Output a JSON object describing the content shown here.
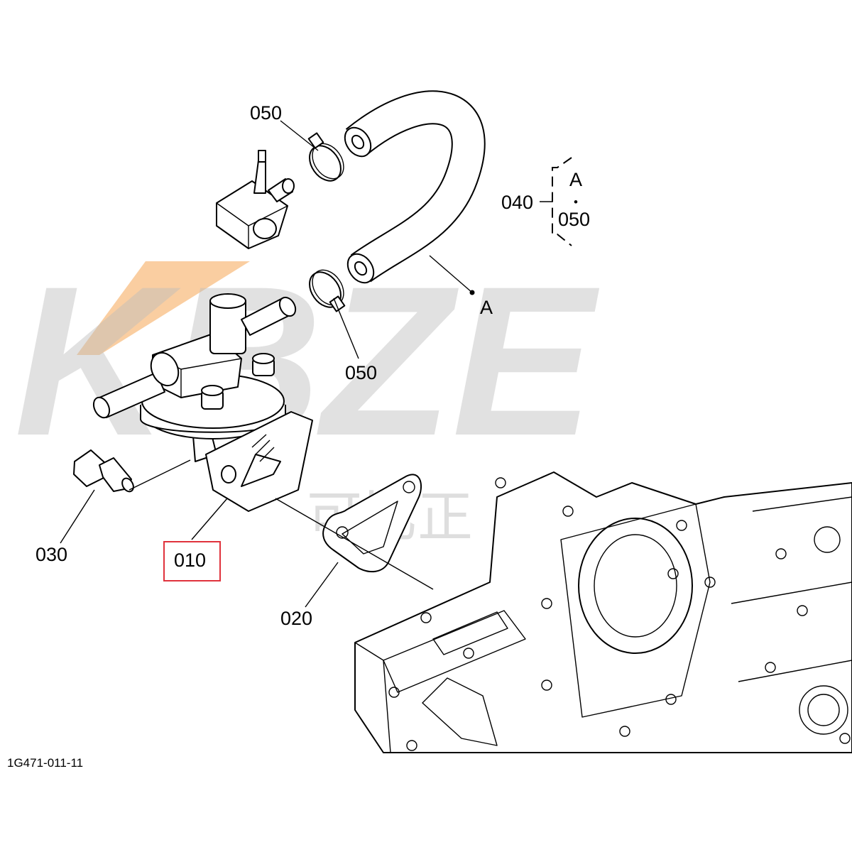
{
  "callouts": {
    "hose_clamp_top": "050",
    "hose_clamp_bottom": "050",
    "hose_assembly": "040",
    "bracket_a": "A",
    "bracket_dot": "•",
    "bracket_050": "050",
    "hose_end_a": "A",
    "fuel_pump": "010",
    "gasket": "020",
    "bolt": "030"
  },
  "figure_code": "1G471-011-11",
  "watermark": {
    "brand": "KBZE",
    "brand_cn": "可比正"
  },
  "colors": {
    "line": "#000000",
    "highlight_box": "#e0323c",
    "watermark_gray": "#bdbdbd",
    "watermark_orange": "#f6a553"
  }
}
